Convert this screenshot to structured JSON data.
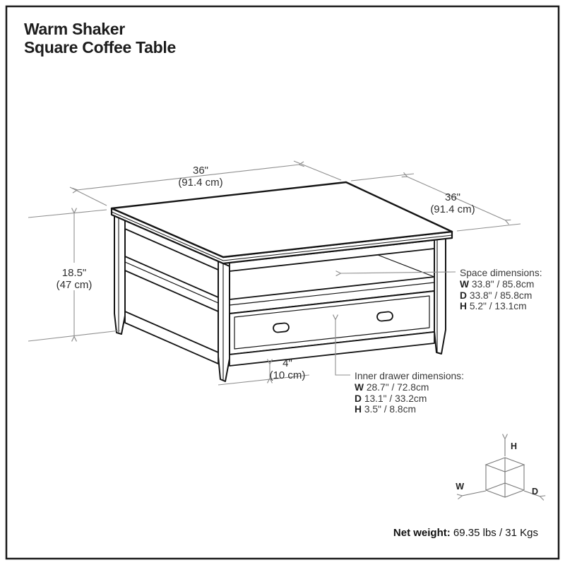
{
  "title": {
    "line1": "Warm Shaker",
    "line2": "Square Coffee Table"
  },
  "dimensions": {
    "top_width": {
      "inches": "36\"",
      "metric": "(91.4 cm)"
    },
    "top_depth": {
      "inches": "36\"",
      "metric": "(91.4 cm)"
    },
    "height": {
      "inches": "18.5\"",
      "metric": "(47 cm)"
    },
    "clearance": {
      "inches": "4\"",
      "metric": "(10 cm)"
    }
  },
  "space_dimensions": {
    "label": "Space dimensions:",
    "rows": [
      {
        "prefix": "W",
        "value": "33.8\" / 85.8cm"
      },
      {
        "prefix": "D",
        "value": "33.8\" / 85.8cm"
      },
      {
        "prefix": "H",
        "value": "5.2\" / 13.1cm"
      }
    ]
  },
  "inner_drawer_dimensions": {
    "label": "Inner drawer dimensions:",
    "rows": [
      {
        "prefix": "W",
        "value": "28.7\" / 72.8cm"
      },
      {
        "prefix": "D",
        "value": "13.1\" / 33.2cm"
      },
      {
        "prefix": "H",
        "value": "3.5\" / 8.8cm"
      }
    ]
  },
  "net_weight": {
    "label": "Net weight:",
    "value": "69.35 lbs / 31 Kgs"
  },
  "axis_cube": {
    "height_label": "H",
    "width_label": "W",
    "depth_label": "D"
  },
  "colors": {
    "background": "#ffffff",
    "border": "#1a1a1a",
    "drawing_line": "#141414",
    "dimension_line": "#8f8f8f",
    "text_dark": "#1d1d1d",
    "text_dim": "#2e2e2e"
  }
}
